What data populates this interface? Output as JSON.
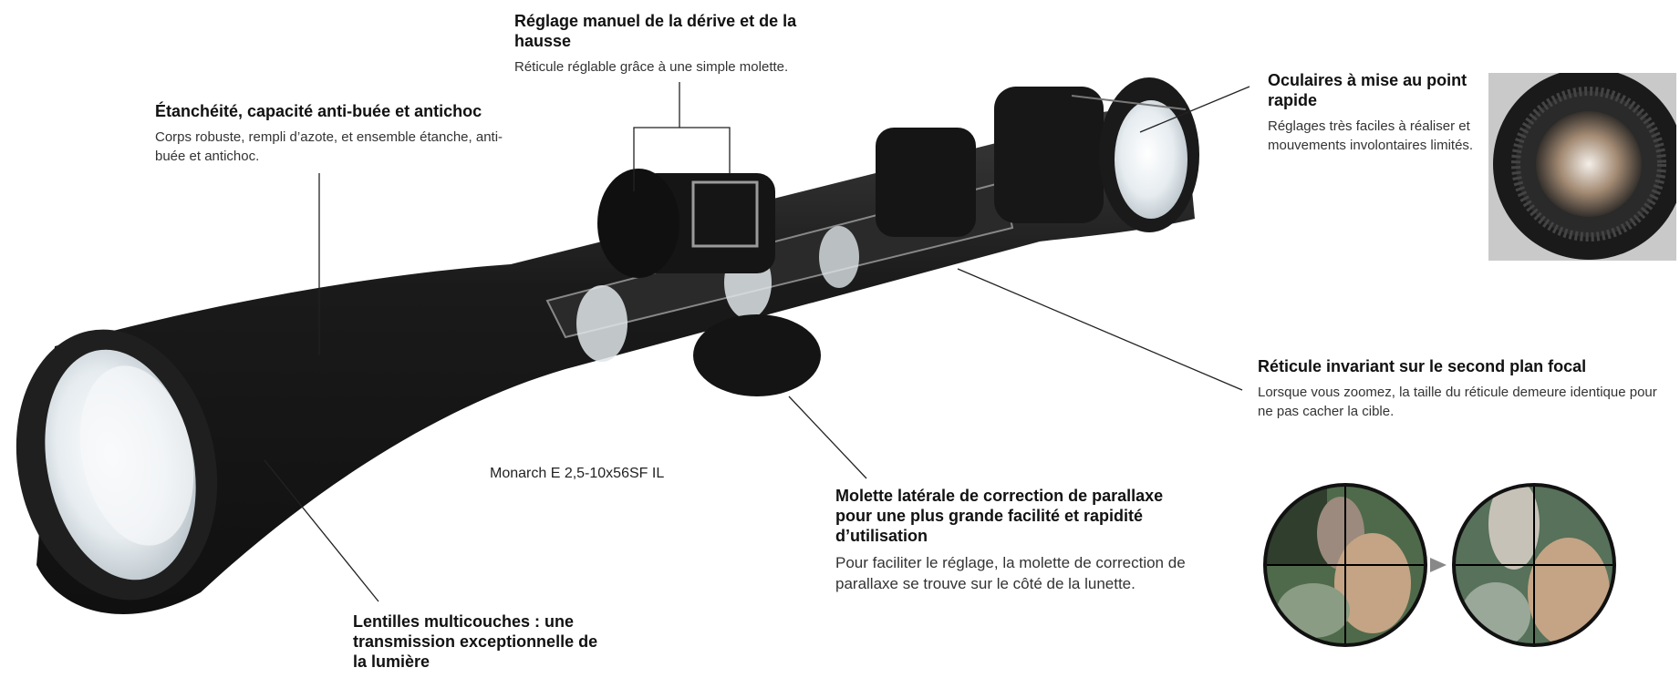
{
  "product": {
    "model": "Monarch E 2,5-10x56SF IL"
  },
  "callouts": {
    "reglage": {
      "title": "Réglage manuel de la dérive et de la hausse",
      "text": "Réticule réglable grâce à une simple molette."
    },
    "etancheite": {
      "title": "Étanchéité, capacité anti-buée et antichoc",
      "text": "Corps robuste, rempli d’azote, et ensemble étanche, anti-buée et antichoc."
    },
    "oculaires": {
      "title": "Oculaires à mise au point rapide",
      "text": "Réglages très faciles à réaliser et mouvements involontaires limités."
    },
    "reticule": {
      "title": "Réticule invariant sur le second plan focal",
      "text": "Lorsque vous zoomez, la taille du réticule demeure identique pour ne pas cacher la cible."
    },
    "molette": {
      "title": "Molette latérale de correction de parallaxe pour une plus grande facilité et rapidité d’utilisation",
      "text": "Pour faciliter le réglage, la molette de correction de parallaxe se trouve sur le côté de la lunette."
    },
    "lentilles": {
      "title": "Lentilles multicouches : une transmission exceptionnelle de la lumière",
      "text": ""
    }
  },
  "colors": {
    "scope_body": "#1b1b1b",
    "scope_highlight": "#555555",
    "lens": "#e8eef2",
    "leader_line": "#222222"
  },
  "icons": {
    "arrow": "triangle-right-icon"
  }
}
